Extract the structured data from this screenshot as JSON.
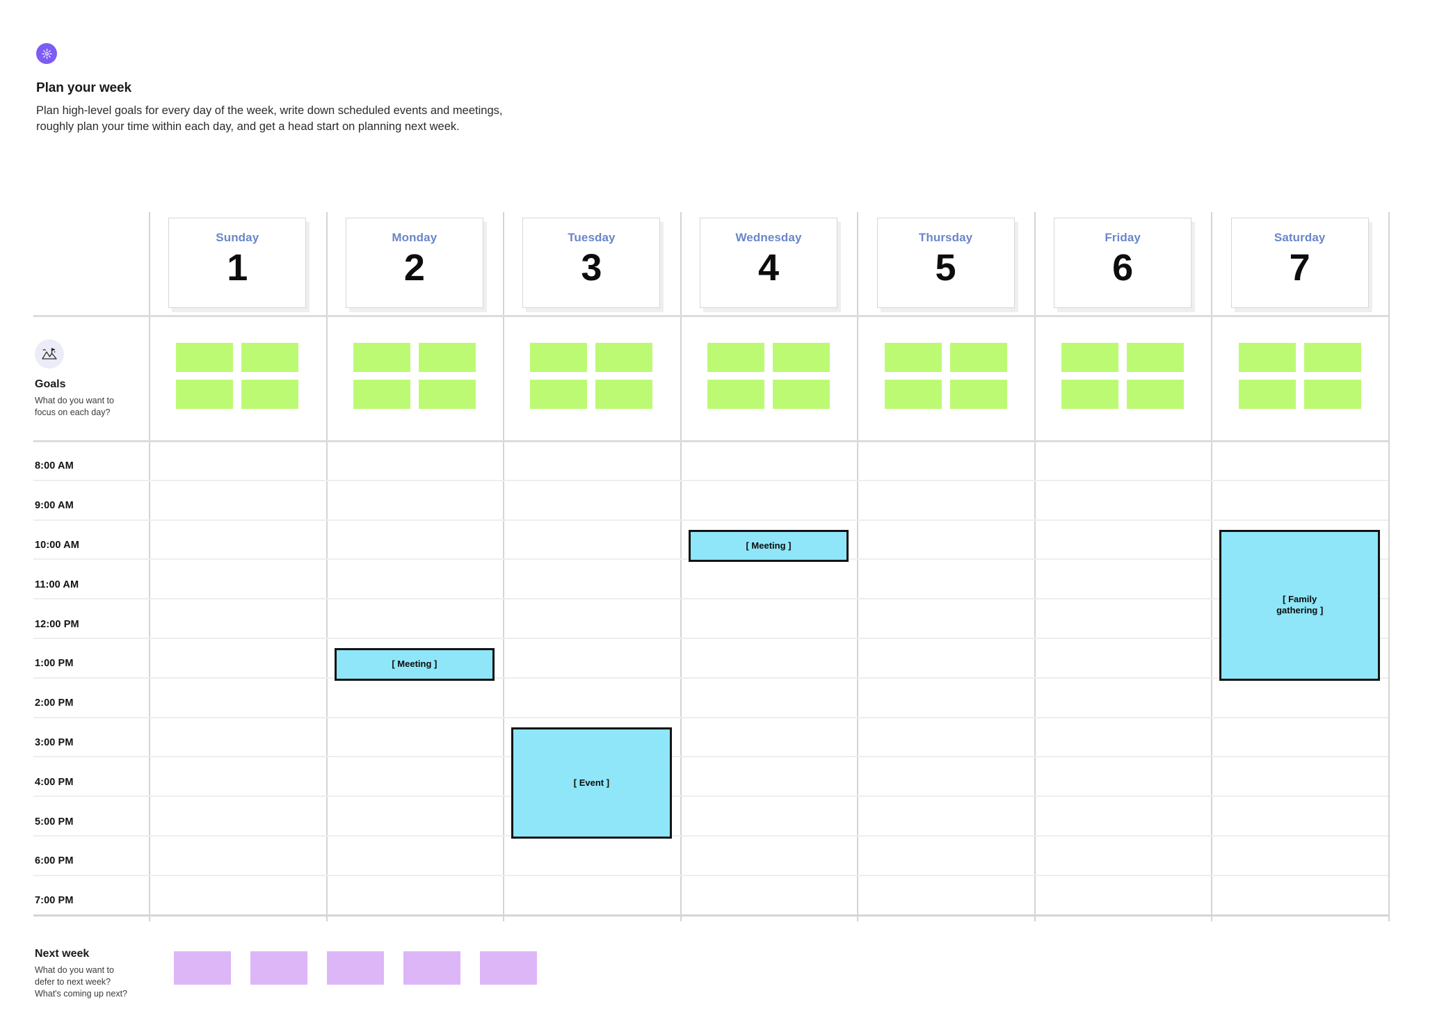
{
  "header": {
    "icon": "sparkle-icon",
    "title": "Plan your week",
    "description": "Plan high-level goals for every day of the week, write down scheduled events and meetings, roughly plan your time within each day, and get a head start on planning next week."
  },
  "colors": {
    "brand_purple": "#7c5cf5",
    "day_name_blue": "#6a86c9",
    "goal_note_green": "#bdfa74",
    "event_cyan": "#8ee6f8",
    "next_week_purple": "#ddb6f7",
    "grid_line": "#d8d8d8"
  },
  "days": [
    {
      "name": "Sunday",
      "number": "1"
    },
    {
      "name": "Monday",
      "number": "2"
    },
    {
      "name": "Tuesday",
      "number": "3"
    },
    {
      "name": "Wednesday",
      "number": "4"
    },
    {
      "name": "Thursday",
      "number": "5"
    },
    {
      "name": "Friday",
      "number": "6"
    },
    {
      "name": "Saturday",
      "number": "7"
    }
  ],
  "goals": {
    "icon": "mountain-flag-icon",
    "title": "Goals",
    "subtitle": "What do you want to\nfocus on each day?",
    "notes_per_day": 4
  },
  "time_slots": [
    "8:00 AM",
    "9:00 AM",
    "10:00 AM",
    "11:00 AM",
    "12:00 PM",
    "1:00 PM",
    "2:00 PM",
    "3:00 PM",
    "4:00 PM",
    "5:00 PM",
    "6:00 PM",
    "7:00 PM"
  ],
  "events": [
    {
      "label": "[ Meeting ]",
      "day": "Monday",
      "start": "1:00 PM",
      "duration_slots": 1
    },
    {
      "label": "[ Event ]",
      "day": "Tuesday",
      "start": "3:00 PM",
      "duration_slots": 3
    },
    {
      "label": "[ Meeting ]",
      "day": "Wednesday",
      "start": "10:00 AM",
      "duration_slots": 1
    },
    {
      "label": "[ Family\ngathering ]",
      "day": "Saturday",
      "start": "10:00 AM",
      "duration_slots": 4
    }
  ],
  "next_week": {
    "title": "Next week",
    "subtitle": "What do you want to\ndefer to next week?\nWhat's coming up next?",
    "notes_count": 5
  }
}
